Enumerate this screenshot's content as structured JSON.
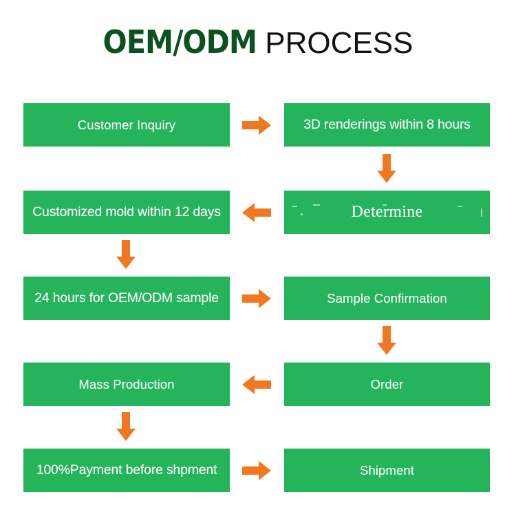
{
  "title": {
    "strong": "OEM/ODM",
    "light": " PROCESS"
  },
  "colors": {
    "box_green": "#25b35b",
    "title_green": "#0d5120",
    "title_black": "#121212",
    "arrow_orange": "#f07820",
    "box_text": "#ffffff",
    "background": "#ffffff"
  },
  "flow": {
    "rows": [
      {
        "left": "Customer Inquiry",
        "right": "3D renderings within 8 hours",
        "h_arrow": "arrow-right",
        "v_arrow_after": "arrow-down",
        "v_arrow_column": "right"
      },
      {
        "left": "Customized mold within 12 days",
        "right": "Determine",
        "h_arrow": "arrow-left",
        "v_arrow_after": "arrow-down",
        "v_arrow_column": "left"
      },
      {
        "left": "24 hours for OEM/ODM sample",
        "right": "Sample Confirmation",
        "h_arrow": "arrow-right",
        "v_arrow_after": "arrow-down",
        "v_arrow_column": "right"
      },
      {
        "left": "Mass Production",
        "right": "Order",
        "h_arrow": "arrow-left",
        "v_arrow_after": "arrow-down",
        "v_arrow_column": "left"
      },
      {
        "left": "100%Payment before shpment",
        "right": "Shipment",
        "h_arrow": "arrow-right",
        "v_arrow_after": null,
        "v_arrow_column": null
      }
    ]
  }
}
